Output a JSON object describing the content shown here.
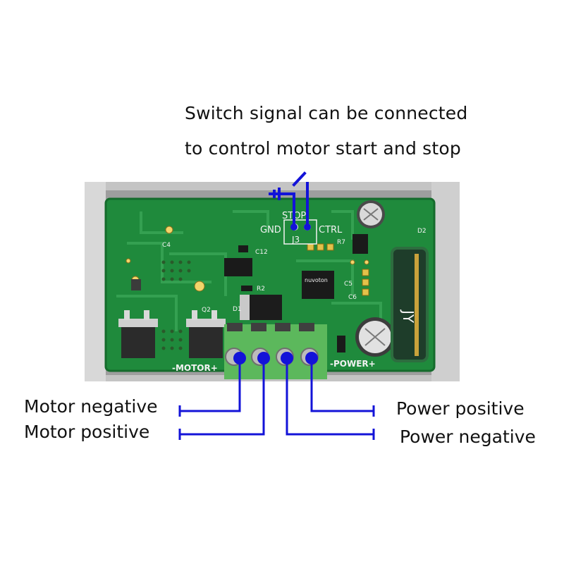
{
  "caption": {
    "line1": "Switch signal can be connected",
    "line2": "to control motor start and stop"
  },
  "terminals": {
    "motor_negative": "Motor negative",
    "motor_positive": "Motor positive",
    "power_positive": "Power positive",
    "power_negative": "Power negative"
  },
  "silkscreen": {
    "stop": "STOP",
    "gnd": "GND",
    "ctrl": "CTRL",
    "j3": "J3",
    "motor": "-MOTOR+",
    "power": "-POWER+",
    "d1": "D1",
    "r2": "R2",
    "c6": "C6",
    "c4": "C4",
    "q2": "Q2",
    "d2": "D2",
    "c5": "C5",
    "c12": "C12",
    "r7": "R7",
    "chip_brand": "nuvoton"
  },
  "colors": {
    "annotation_blue": "#1313d8",
    "pcb_green": "#1f8a3c",
    "terminal_green": "#5cb85c",
    "case_gray": "#bdbdbd"
  }
}
